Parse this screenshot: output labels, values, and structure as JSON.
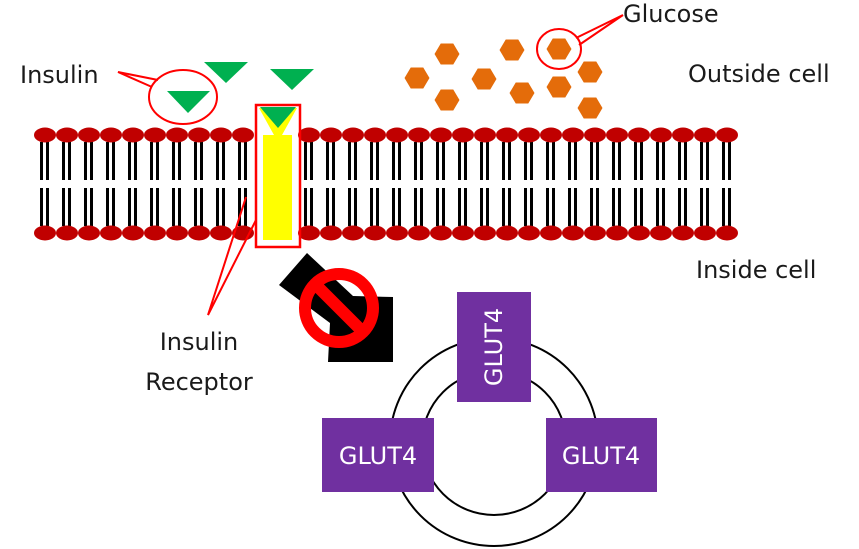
{
  "title": "Insulin signaling blocked: GLUT4 vesicles do not translocate",
  "labels": {
    "insulin": "Insulin",
    "glucose": "Glucose",
    "outside_cell": "Outside cell",
    "inside_cell": "Inside cell",
    "receptor_line1": "Insulin",
    "receptor_line2": "Receptor"
  },
  "glut4": {
    "top": "GLUT4",
    "left": "GLUT4",
    "right": "GLUT4"
  },
  "membrane": {
    "lipid_count": 32,
    "receptor_gap_indices": [
      10,
      11
    ]
  },
  "molecules": {
    "insulin_count": 4,
    "glucose_count": 10
  },
  "blocked_signal": {
    "icon": "prohibited-icon",
    "meaning": "signal blocked"
  },
  "colors": {
    "lipid_head": "#C00000",
    "lipid_tail": "#000000",
    "insulin": "#00B050",
    "glucose": "#E46C0A",
    "receptor": "#FFFF00",
    "callout": "#FF0000",
    "glut4": "#7030A0",
    "arrow": "#000000",
    "prohibited": "#FF0000"
  }
}
